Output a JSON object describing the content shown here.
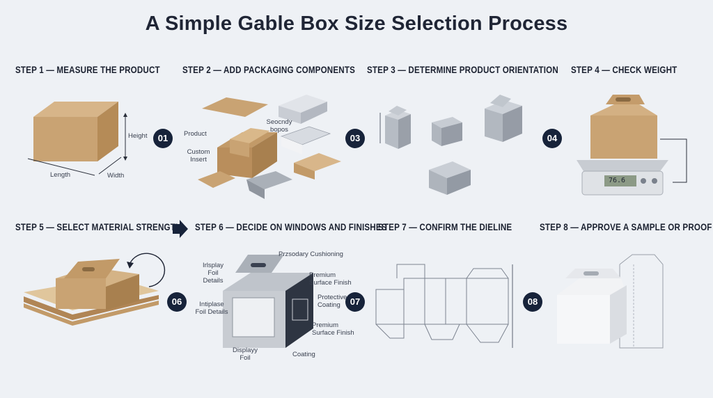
{
  "title": "A Simple Gable Box Size Selection Process",
  "steps": [
    {
      "title": "STEP 1 — MEASURE THE PRODUCT",
      "badge": "",
      "labels": {
        "height": "Height",
        "length": "Length",
        "width": "Width"
      }
    },
    {
      "title": "STEP 2 — ADD PACKAGING COMPONENTS",
      "badge": "01",
      "labels": {
        "product": "Product",
        "custom_insert": "Custom\nInsert",
        "secondary": "Seocndy\nbopos"
      }
    },
    {
      "title": "STEP 3 — DETERMINE PRODUCT ORIENTATION",
      "badge": "03"
    },
    {
      "title": "STEP 4 — CHECK WEIGHT",
      "badge": "04",
      "scale_reading": "76.6"
    },
    {
      "title": "STEP 5 — SELECT MATERIAL STRENGTH",
      "badge": ""
    },
    {
      "title": "STEP 6 — DECIDE ON WINDOWS AND FINISHES",
      "badge": "06",
      "labels": {
        "cushioning": "Przsodary Cushioning",
        "display_foil_details": "Irlsplay Foil\nDetails",
        "premium_finish_1": "Premium\nSurface Finish",
        "protective_coating": "Protective\nCoating",
        "intiplase_foil": "Intiplase\nFoil Details",
        "premium_finish_2": "Premium\nSurface Finish",
        "displayy_foil": "Displayy\nFoil",
        "coating": "Coating"
      }
    },
    {
      "title": "STEP 7 — CONFIRM THE DIELINE",
      "badge": "07"
    },
    {
      "title": "STEP 8 — APPROVE A SAMPLE OR PROOF",
      "badge": "08"
    }
  ],
  "colors": {
    "kraft": "#c9a373",
    "kraft_dark": "#a8804f",
    "navy": "#17233a",
    "grey_box": "#b9bfc8",
    "white_box": "#eef0f3"
  }
}
